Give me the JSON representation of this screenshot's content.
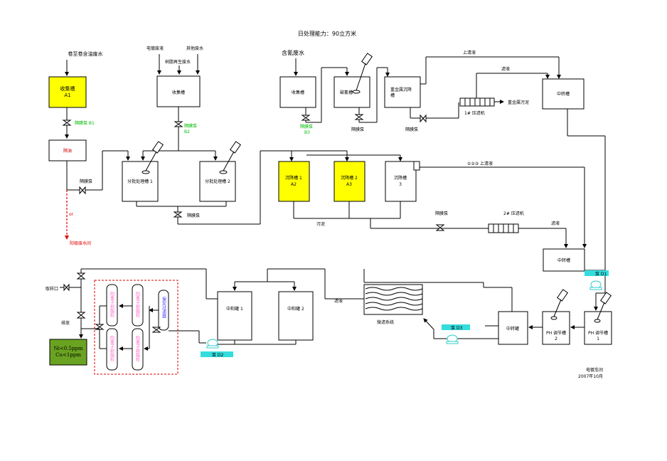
{
  "title": "日处理能力：90立方米",
  "footer": {
    "dept": "电镀车间",
    "date": "2007年10月"
  },
  "colors": {
    "yellow": "#ffff00",
    "green": "#6aa321",
    "cyan": "#33dddd",
    "pink": "#ff66cc",
    "red": "#dd0000",
    "label_green": "#00bb00"
  },
  "sources": {
    "oil": "卷至卷含油废水",
    "electroplating": "电镀废液",
    "other": "其他废水",
    "resin": "树脂再生废水",
    "cyanide": "含氰废水"
  },
  "tanks": {
    "collect_a1": "收集槽\nA1",
    "isolate": "隔油",
    "collect_2": "收集槽",
    "batch_1": "分批处理槽 1",
    "batch_2": "分批处理槽 2",
    "collect_3": "收集槽",
    "decyan": "破氰槽",
    "heavy_metal": "重金属沉降\n槽",
    "transfer_top": "中转槽",
    "settle_1": "沉降槽 1\nA2",
    "settle_2": "沉降槽 2\nA3",
    "settle_3": "沉降槽\n3",
    "transfer_mid": "中转槽",
    "neutral_1": "中和罐 1",
    "neutral_2": "中和罐 2",
    "transfer_bot": "中转罐",
    "ph_2": "PH 调节槽\n2",
    "ph_1": "PH 调节槽\n1",
    "micro_filter": "微滤系统"
  },
  "labels": {
    "pump_b1": "隔膜泵 B1",
    "pump_b2": "隔膜泵\nB2",
    "pump_b3": "隔膜泵\nB3",
    "diaphragm_pump": "隔膜泵",
    "or": "or",
    "anode": "阳极废水间",
    "press_1": "1# 压滤机",
    "press_2": "2# 压滤机",
    "heavy_sludge": "重金属污泥",
    "supernatant": "上清液",
    "filtrate": "滤液",
    "supernatant_123": "①②③ 上清液",
    "sludge": "污泥",
    "sample_port": "取样口",
    "discharge": "排放",
    "pump_d1": "泵 D1",
    "pump_d2": "泵 D2",
    "pump_d3": "泵 D3",
    "final": "Ni<0.5ppm\nCu<1ppm",
    "resin_col_1": "阳离子树脂柱",
    "resin_col_2": "阳离子树脂柱",
    "resin_col_3": "阳离子树脂柱",
    "resin_col_4": "阳离子树脂柱",
    "filter_col": "保安过滤器"
  }
}
